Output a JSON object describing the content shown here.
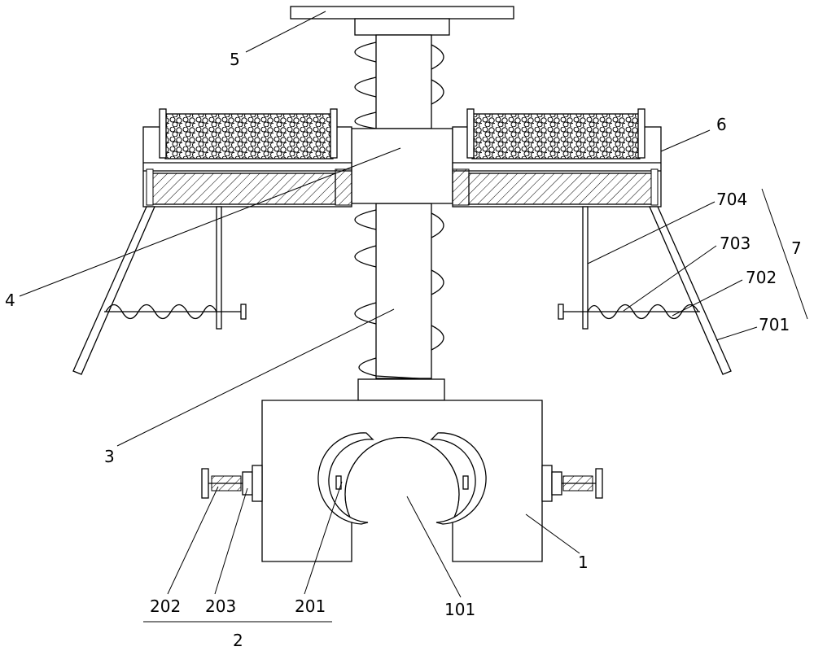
{
  "labels": {
    "l5": "5",
    "l6": "6",
    "l4": "4",
    "l704": "704",
    "l703": "703",
    "l702": "702",
    "l701": "701",
    "l7": "7",
    "l3": "3",
    "l1": "1",
    "l202": "202",
    "l203": "203",
    "l201": "201",
    "l101": "101",
    "l2": "2"
  }
}
